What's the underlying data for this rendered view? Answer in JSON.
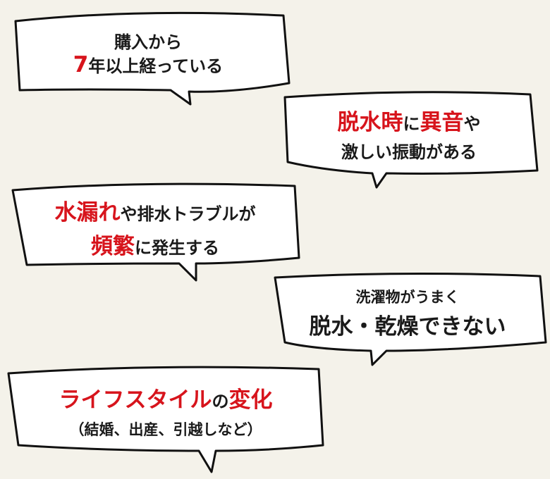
{
  "colors": {
    "background": "#f4f2ea",
    "bubble_fill": "#ffffff",
    "outline": "#111111",
    "accent_red": "#d7141c",
    "text": "#1a1a1a"
  },
  "bubbles": [
    {
      "line1": "購入から",
      "line2_red": "7",
      "line2_rest": "年以上経っている"
    },
    {
      "line1_red_a": "脱水時",
      "line1_mid": "に",
      "line1_red_b": "異音",
      "line1_end": "や",
      "line2": "激しい振動がある"
    },
    {
      "line1_red": "水漏れ",
      "line1_rest": "や排水トラブルが",
      "line2_red": "頻繁",
      "line2_rest": "に発生する"
    },
    {
      "line1": "洗濯物がうまく",
      "line2_red": "脱水・乾燥できない"
    },
    {
      "line1_red": "ライフスタイル",
      "line1_mid": "の",
      "line1_red_b": "変化",
      "line2": "（結婚、出産、引越しなど）"
    }
  ]
}
